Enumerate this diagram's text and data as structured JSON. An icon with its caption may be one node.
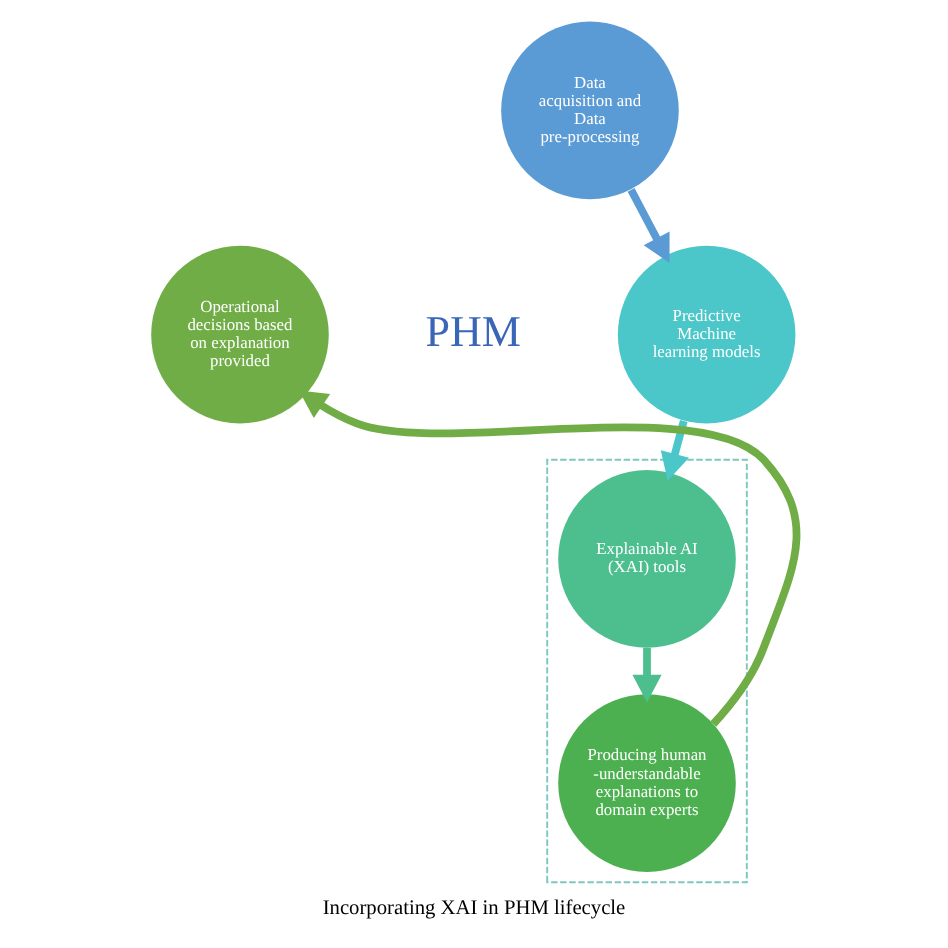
{
  "diagram": {
    "caption": "Incorporating XAI in PHM lifecycle",
    "nodes": [
      {
        "text": [
          "Data acquisition and Data pre-processing"
        ]
      },
      {
        "text": [
          "Operational decisions based on explanation provided"
        ]
      },
      {
        "text": [
          "Predictive Machine learning models"
        ]
      },
      {
        "text": [],
        "shape": "box"
      },
      {
        "text": [
          "Producing human-understandable explanations to domain experts"
        ],
        "in": 3
      },
      {
        "text": [
          "Explainable AI (XAI) tools"
        ],
        "in": 3
      }
    ],
    "edges": [
      {
        "from": 0,
        "to": 2,
        "arrow": "to",
        "color": "#5b9bd5"
      },
      {
        "from": 2,
        "to": 5,
        "arrow": "to",
        "color": "#4bc6c9"
      },
      {
        "from": 5,
        "to": 4,
        "arrow": "to",
        "color": "#4dbf8f"
      },
      {
        "from": 4,
        "to": 1,
        "arrow": "to",
        "color": "#70ad47"
      }
    ],
    "labels": [
      "PHM"
    ]
  }
}
